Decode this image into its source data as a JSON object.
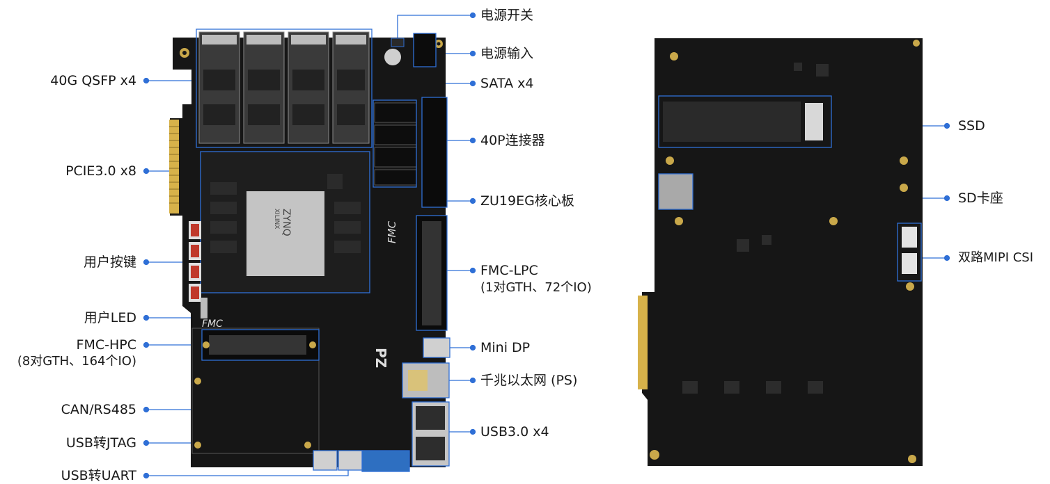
{
  "front_labels_left": [
    {
      "id": "qsfp",
      "text": "40G QSFP x4"
    },
    {
      "id": "pcie",
      "text": "PCIE3.0 x8"
    },
    {
      "id": "user-keys",
      "text": "用户按键"
    },
    {
      "id": "user-led",
      "text": "用户LED"
    },
    {
      "id": "fmc-hpc",
      "text": "FMC-HPC"
    },
    {
      "id": "fmc-hpc-detail",
      "text": "(8对GTH、164个IO)"
    },
    {
      "id": "can-rs485",
      "text": "CAN/RS485"
    },
    {
      "id": "usb-jtag",
      "text": "USB转JTAG"
    },
    {
      "id": "usb-uart",
      "text": "USB转UART"
    }
  ],
  "front_labels_right": [
    {
      "id": "power-switch",
      "text": "电源开关"
    },
    {
      "id": "power-input",
      "text": "电源输入"
    },
    {
      "id": "sata",
      "text": "SATA x4"
    },
    {
      "id": "connector-40p",
      "text": "40P连接器"
    },
    {
      "id": "core-board",
      "text": "ZU19EG核心板"
    },
    {
      "id": "fmc-lpc",
      "text": "FMC-LPC"
    },
    {
      "id": "fmc-lpc-detail",
      "text": "(1对GTH、72个IO)"
    },
    {
      "id": "mini-dp",
      "text": "Mini DP"
    },
    {
      "id": "ethernet",
      "text": "千兆以太网 (PS)"
    },
    {
      "id": "usb3",
      "text": "USB3.0 x4"
    }
  ],
  "back_labels": [
    {
      "id": "ssd",
      "text": "SSD"
    },
    {
      "id": "sd-slot",
      "text": "SD卡座"
    },
    {
      "id": "mipi",
      "text": "双路MIPI CSI"
    }
  ],
  "silkscreen": {
    "fmc_front": "FMC",
    "fmc_lpc": "FMC",
    "chip_brand": "XILINX",
    "chip_name": "ZYNQ",
    "pz_logo": "PZ"
  },
  "colors": {
    "callout": "#2f6fd6",
    "pcb": "#161616",
    "gold": "#d7b24a"
  }
}
